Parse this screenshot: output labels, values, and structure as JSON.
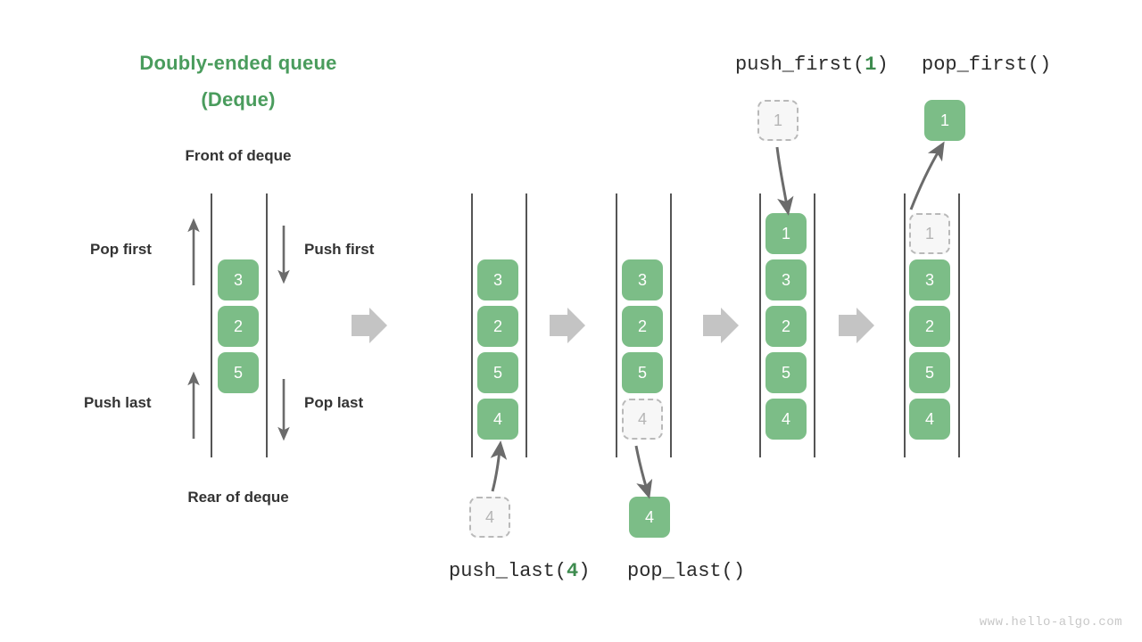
{
  "title": {
    "line1": "Doubly-ended queue",
    "line2": "(Deque)",
    "color": "#4a9c5d"
  },
  "labels": {
    "front": "Front of deque",
    "rear": "Rear of deque",
    "pop_first": "Pop first",
    "push_first": "Push first",
    "push_last": "Push last",
    "pop_last": "Pop last"
  },
  "captions": {
    "push_last": {
      "prefix": "push_last(",
      "arg": "4",
      "suffix": ")"
    },
    "pop_last": {
      "prefix": "pop_last(",
      "arg": "",
      "suffix": ")"
    },
    "push_first": {
      "prefix": "push_first(",
      "arg": "1",
      "suffix": ")"
    },
    "pop_first": {
      "prefix": "pop_first(",
      "arg": "",
      "suffix": ")"
    }
  },
  "colors": {
    "accent_green": "#7cbd87",
    "title_green": "#4a9c5d",
    "arg_green": "#3d8b4e",
    "ghost_fill": "#f7f7f7",
    "ghost_border": "#b9b9b9",
    "ghost_text": "#b5b5b5",
    "rail": "#555555",
    "arrow": "#6b6b6b",
    "step_arrow": "#c4c4c4",
    "text": "#333333",
    "watermark": "#c8c8c8"
  },
  "panels": [
    {
      "name": "deque-overview",
      "items": [
        "3",
        "2",
        "5"
      ],
      "ghost_item": null,
      "external_box": null
    },
    {
      "name": "deque-before-push-last",
      "items": [
        "3",
        "2",
        "5",
        "4"
      ],
      "ghost_item": null,
      "external_box": {
        "value": "4",
        "state": "ghost",
        "position": "below"
      }
    },
    {
      "name": "deque-pop-last",
      "items": [
        "3",
        "2",
        "5"
      ],
      "ghost_item": {
        "value": "4",
        "position": "bottom"
      },
      "external_box": {
        "value": "4",
        "state": "solid",
        "position": "below"
      }
    },
    {
      "name": "deque-after-push-first",
      "items": [
        "1",
        "3",
        "2",
        "5",
        "4"
      ],
      "ghost_item": null,
      "external_box": {
        "value": "1",
        "state": "ghost",
        "position": "above"
      }
    },
    {
      "name": "deque-pop-first",
      "items": [
        "3",
        "2",
        "5",
        "4"
      ],
      "ghost_item": {
        "value": "1",
        "position": "top"
      },
      "external_box": {
        "value": "1",
        "state": "solid",
        "position": "above"
      }
    }
  ],
  "watermark": "www.hello-algo.com"
}
